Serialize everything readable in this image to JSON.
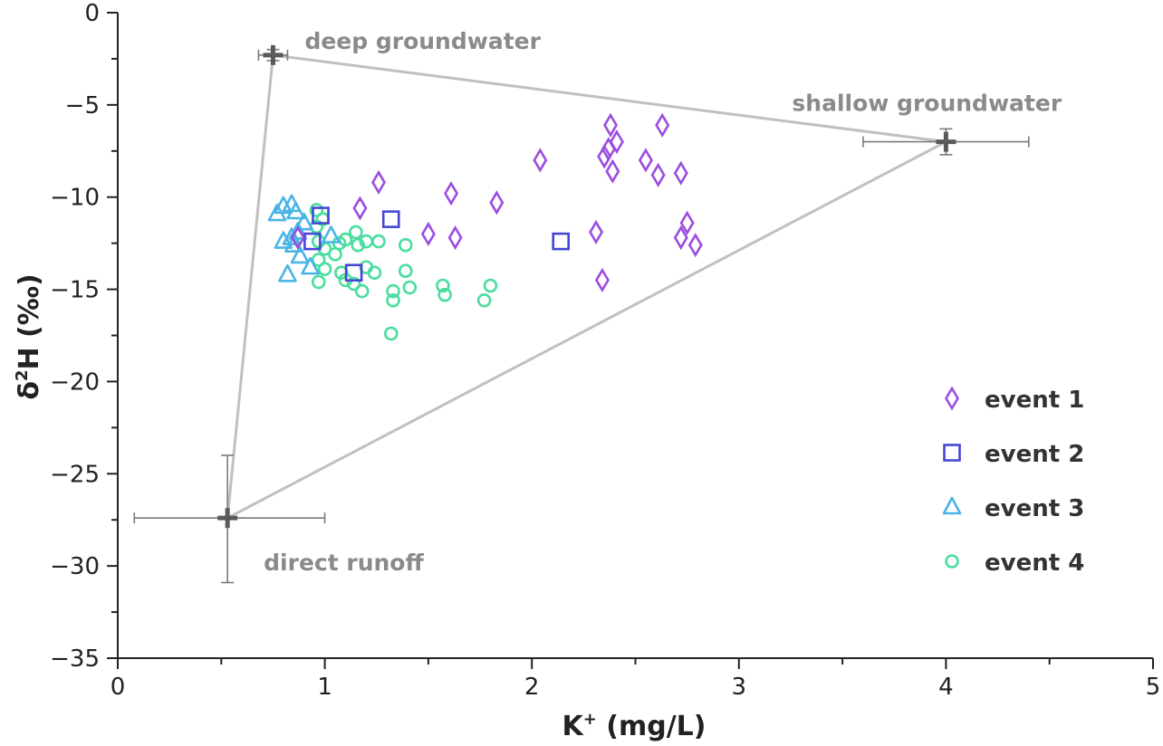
{
  "chart_data": {
    "type": "scatter",
    "title": "",
    "xlabel_main": "K",
    "xlabel_sup": "+",
    "xlabel_unit": " (mg/L)",
    "ylabel_pre": "δ",
    "ylabel_sup": "2",
    "ylabel_post": "H (‰)",
    "xlim": [
      0,
      5
    ],
    "ylim": [
      -35,
      0
    ],
    "x_ticks": [
      0,
      1,
      2,
      3,
      4,
      5
    ],
    "x_tick_labels": [
      "0",
      "1",
      "2",
      "3",
      "4",
      "5"
    ],
    "y_ticks": [
      0,
      -5,
      -10,
      -15,
      -20,
      -25,
      -30,
      -35
    ],
    "y_tick_labels": [
      "0",
      "−5",
      "−10",
      "−15",
      "−20",
      "−25",
      "−30",
      "−35"
    ],
    "grid": false,
    "legend_position": "bottom-right",
    "end_members": [
      {
        "name": "deep groundwater",
        "x": 0.75,
        "y": -2.3,
        "x_err": [
          0.68,
          0.82
        ],
        "y_err": [
          -2.0,
          -2.6
        ]
      },
      {
        "name": "shallow groundwater",
        "x": 4.0,
        "y": -7.0,
        "x_err": [
          3.6,
          4.4
        ],
        "y_err": [
          -6.3,
          -7.7
        ]
      },
      {
        "name": "direct runoff",
        "x": 0.53,
        "y": -27.4,
        "x_err": [
          0.08,
          1.0
        ],
        "y_err": [
          -24.0,
          -30.9
        ]
      }
    ],
    "series": [
      {
        "name": "event 1",
        "marker": "diamond",
        "color": "#9b4de0",
        "points": [
          [
            0.87,
            -12.2
          ],
          [
            1.17,
            -10.6
          ],
          [
            1.26,
            -9.2
          ],
          [
            1.5,
            -12.0
          ],
          [
            1.61,
            -9.8
          ],
          [
            1.63,
            -12.2
          ],
          [
            1.83,
            -10.3
          ],
          [
            2.04,
            -8.0
          ],
          [
            2.31,
            -11.9
          ],
          [
            2.34,
            -14.5
          ],
          [
            2.35,
            -7.8
          ],
          [
            2.37,
            -7.4
          ],
          [
            2.38,
            -6.1
          ],
          [
            2.39,
            -8.6
          ],
          [
            2.41,
            -7.0
          ],
          [
            2.55,
            -8.0
          ],
          [
            2.61,
            -8.8
          ],
          [
            2.63,
            -6.1
          ],
          [
            2.72,
            -8.7
          ],
          [
            2.72,
            -12.2
          ],
          [
            2.75,
            -11.4
          ],
          [
            2.79,
            -12.6
          ]
        ]
      },
      {
        "name": "event 2",
        "marker": "square",
        "color": "#4646d6",
        "points": [
          [
            0.94,
            -12.4
          ],
          [
            0.98,
            -11.0
          ],
          [
            1.14,
            -14.1
          ],
          [
            1.32,
            -11.2
          ],
          [
            2.14,
            -12.4
          ]
        ]
      },
      {
        "name": "event 3",
        "marker": "triangle",
        "color": "#4ab4e6",
        "points": [
          [
            0.77,
            -10.9
          ],
          [
            0.8,
            -10.5
          ],
          [
            0.84,
            -10.4
          ],
          [
            0.86,
            -10.8
          ],
          [
            0.8,
            -12.4
          ],
          [
            0.84,
            -12.2
          ],
          [
            0.87,
            -11.9
          ],
          [
            0.85,
            -12.6
          ],
          [
            0.82,
            -14.2
          ],
          [
            0.88,
            -13.2
          ],
          [
            0.93,
            -13.8
          ],
          [
            1.03,
            -12.1
          ],
          [
            0.9,
            -11.4
          ]
        ]
      },
      {
        "name": "event 4",
        "marker": "circle",
        "color": "#4ade9e",
        "points": [
          [
            0.96,
            -10.7
          ],
          [
            0.96,
            -11.6
          ],
          [
            0.99,
            -11.2
          ],
          [
            0.97,
            -12.4
          ],
          [
            1.0,
            -12.8
          ],
          [
            1.07,
            -12.5
          ],
          [
            1.1,
            -12.3
          ],
          [
            1.15,
            -11.9
          ],
          [
            1.16,
            -12.6
          ],
          [
            1.2,
            -12.4
          ],
          [
            1.26,
            -12.4
          ],
          [
            0.97,
            -13.4
          ],
          [
            1.0,
            -13.9
          ],
          [
            1.05,
            -13.1
          ],
          [
            1.08,
            -14.1
          ],
          [
            1.1,
            -14.5
          ],
          [
            1.2,
            -13.8
          ],
          [
            1.24,
            -14.1
          ],
          [
            0.97,
            -14.6
          ],
          [
            1.14,
            -14.7
          ],
          [
            1.18,
            -15.1
          ],
          [
            1.33,
            -15.1
          ],
          [
            1.33,
            -15.6
          ],
          [
            1.39,
            -12.6
          ],
          [
            1.39,
            -14.0
          ],
          [
            1.41,
            -14.9
          ],
          [
            1.57,
            -14.8
          ],
          [
            1.58,
            -15.3
          ],
          [
            1.77,
            -15.6
          ],
          [
            1.8,
            -14.8
          ],
          [
            1.32,
            -17.4
          ]
        ]
      }
    ]
  }
}
